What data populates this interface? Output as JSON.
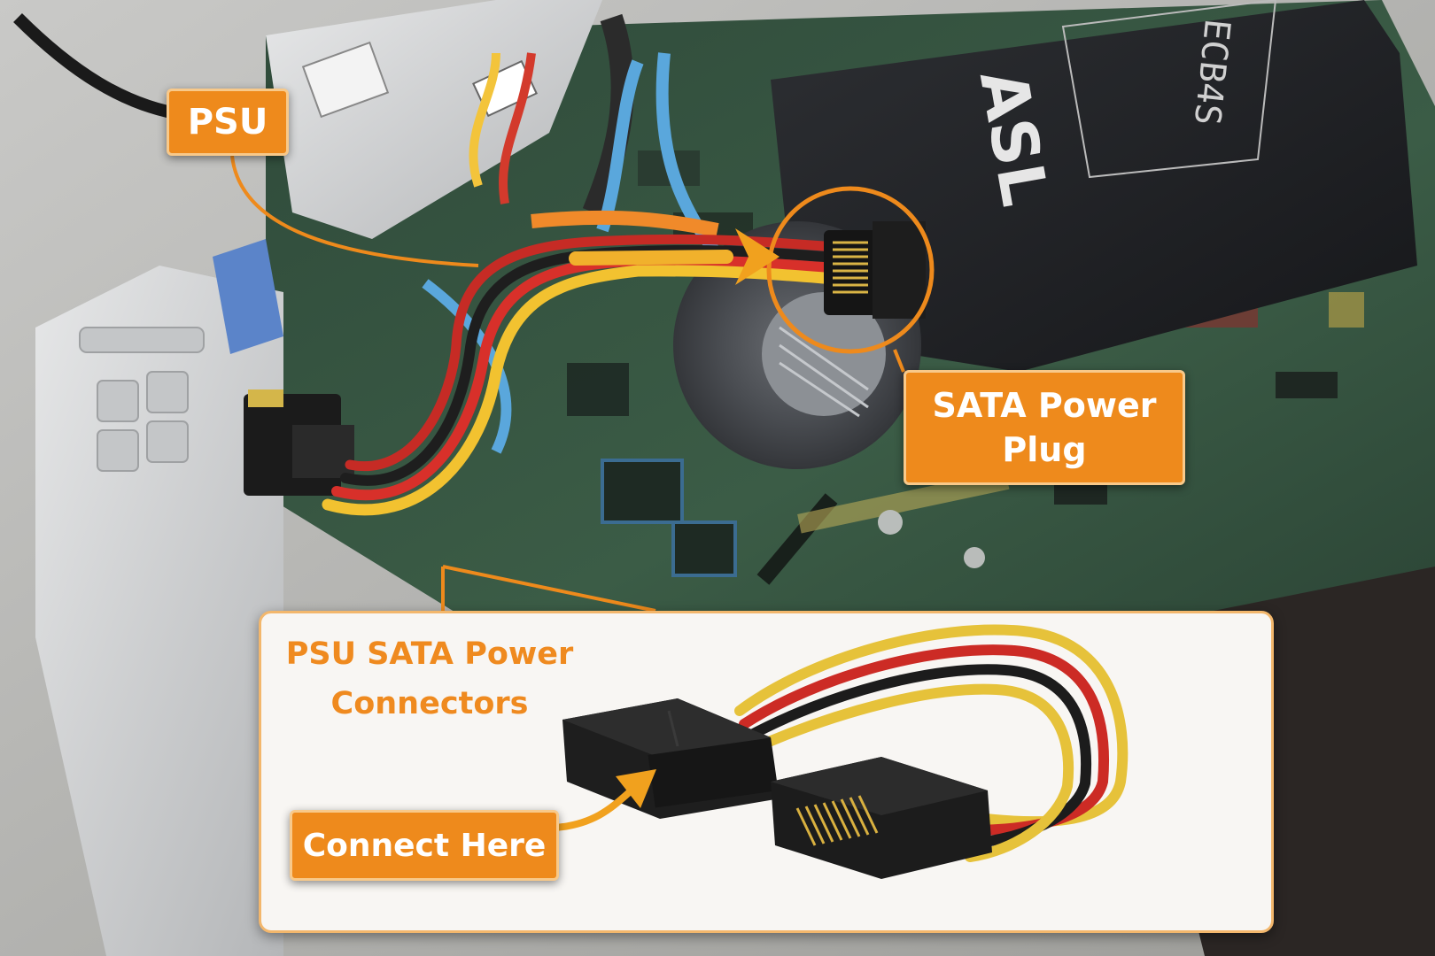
{
  "labels": {
    "psu": "PSU",
    "sata_power_plug": "SATA Power\nPlug",
    "psu_sata_power_connectors": "PSU SATA Power\nConnectors",
    "connect_here": "Connect Here"
  },
  "photo_text": {
    "ssd_brand": "ASL",
    "ssd_model": "ECB4S"
  },
  "colors": {
    "accent_orange": "#ee8a1c",
    "label_border": "#f8c98a",
    "inset_background": "#f8f6f3"
  }
}
